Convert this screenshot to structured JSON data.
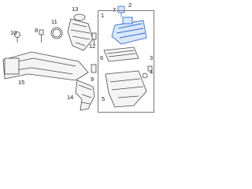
{
  "callouts": [
    {
      "id": "c1",
      "text": "1"
    },
    {
      "id": "c2",
      "text": "2"
    },
    {
      "id": "c3",
      "text": "3"
    },
    {
      "id": "c4",
      "text": "4"
    },
    {
      "id": "c5",
      "text": "5"
    },
    {
      "id": "c6",
      "text": "6"
    },
    {
      "id": "c7",
      "text": "7"
    },
    {
      "id": "c8",
      "text": "8"
    },
    {
      "id": "c9",
      "text": "9"
    },
    {
      "id": "c10",
      "text": "10"
    },
    {
      "id": "c11",
      "text": "11"
    },
    {
      "id": "c12",
      "text": "12"
    },
    {
      "id": "c13",
      "text": "13"
    },
    {
      "id": "c14",
      "text": "14"
    },
    {
      "id": "c15",
      "text": "15"
    }
  ],
  "colors": {
    "line": "#4a4a4a",
    "highlight": "#2f6fd6",
    "highlight_fill": "#dbe7fb",
    "part_fill": "#f4f4f4"
  }
}
